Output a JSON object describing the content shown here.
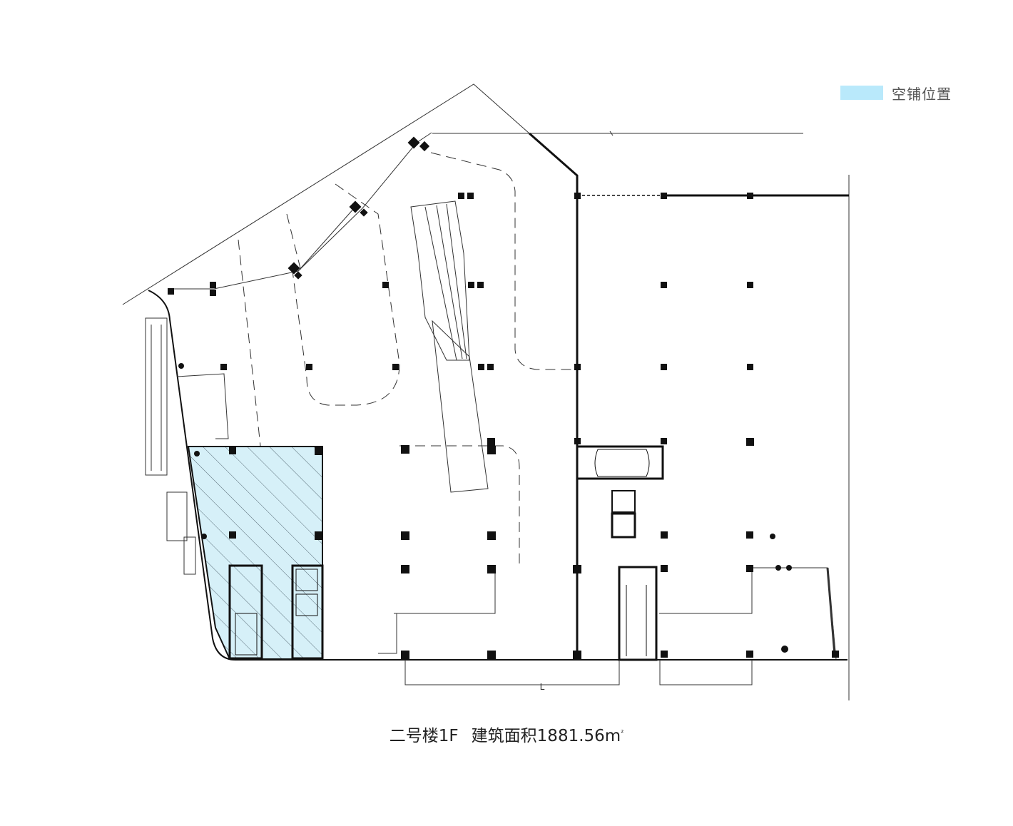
{
  "legend": {
    "label": "空铺位置",
    "swatch_color": "#b9e9fb"
  },
  "caption": {
    "building": "二号楼1F",
    "area_text": "建筑面积1881.56m",
    "area_unit_sup": "²"
  },
  "colors": {
    "line": "#333333",
    "wall": "#111111",
    "vacant_fill": "#d6f0f8",
    "hatch": "#5a6e78"
  },
  "marks": {
    "bottom_letter": "L"
  }
}
